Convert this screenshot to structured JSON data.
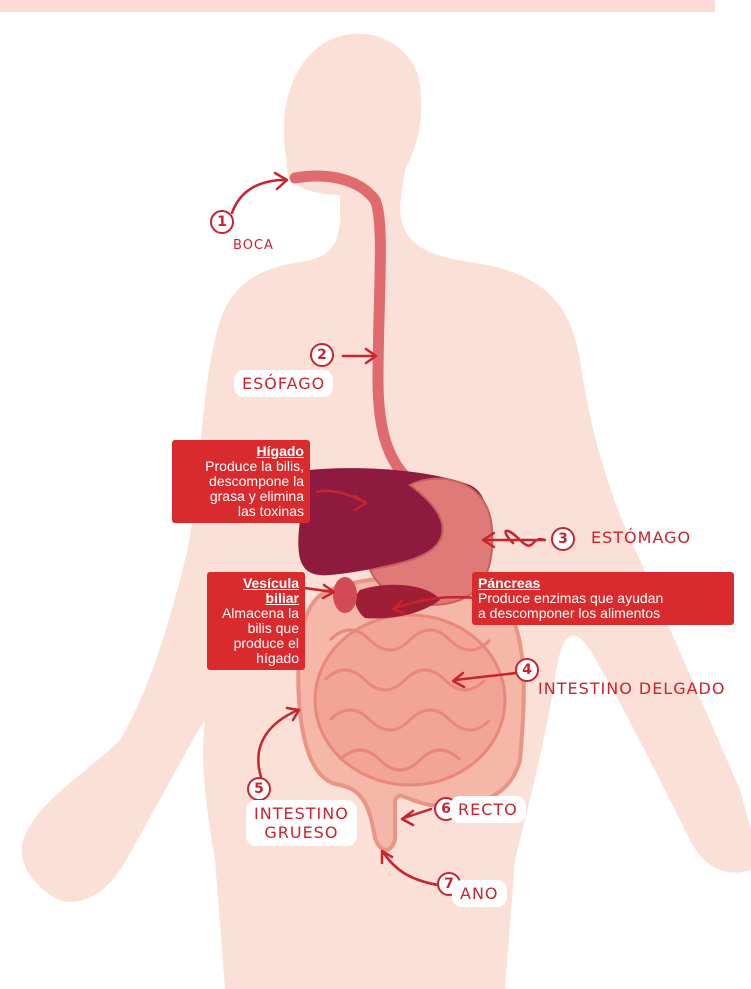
{
  "colors": {
    "body": "#fbe0d8",
    "red": "#c8242d",
    "box": "#d92b2e",
    "liver": "#8e1b3f",
    "stomach": "#e07a78",
    "intestine": "#f2a596",
    "esophagus": "#e06b6e"
  },
  "labels": {
    "boca": "BOCA",
    "esofago": "ESÓFAGO",
    "estomago": "ESTÓMAGO",
    "intestino_delgado": "INTESTINO DELGADO",
    "intestino_grueso_1": "INTESTINO",
    "intestino_grueso_2": "GRUESO",
    "recto": "RECTO",
    "ano": "ANO"
  },
  "numbers": [
    "1",
    "2",
    "3",
    "4",
    "5",
    "6",
    "7"
  ],
  "info_boxes": {
    "higado": {
      "title": "Hígado",
      "lines": [
        "Produce la bilis,",
        "descompone la",
        "grasa y elimina",
        "las toxinas"
      ]
    },
    "vesicula": {
      "title_1": "Vesícula",
      "title_2": "biliar",
      "lines": [
        "Almacena la",
        "bilis que",
        "produce el",
        "hígado"
      ]
    },
    "pancreas": {
      "title": "Páncreas",
      "lines": [
        "Produce enzimas que ayudan",
        "a descomponer los alimentos"
      ]
    }
  }
}
